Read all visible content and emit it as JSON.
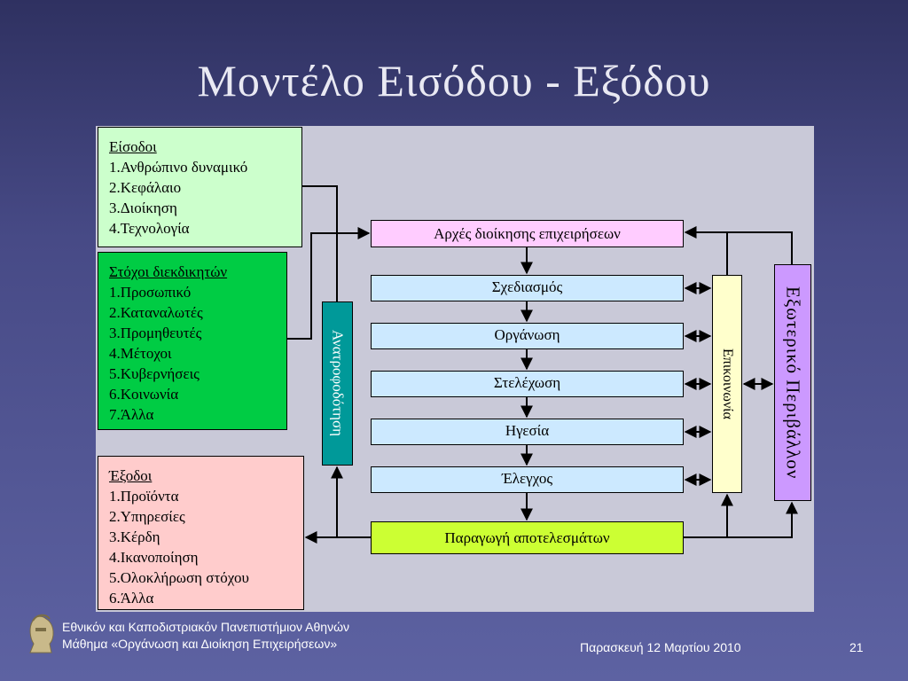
{
  "title": "Μοντέλο Εισόδου - Εξόδου",
  "inputs": {
    "title": "Είσοδοι",
    "items": [
      "1.Ανθρώπινο δυναμικό",
      "2.Κεφάλαιο",
      "3.Διοίκηση",
      "4.Τεχνολογία"
    ]
  },
  "claimants": {
    "title": "Στόχοι διεκδικητών",
    "items": [
      "1.Προσωπικό",
      "2.Καταναλωτές",
      "3.Προμηθευτές",
      "4.Μέτοχοι",
      "5.Κυβερνήσεις",
      "6.Κοινωνία",
      "7.Άλλα"
    ]
  },
  "outputs": {
    "title": "Έξοδοι",
    "items": [
      "1.Προϊόντα",
      "2.Υπηρεσίες",
      "3.Κέρδη",
      "4.Ικανοποίηση",
      "5.Ολοκλήρωση στόχου",
      "6.Άλλα"
    ]
  },
  "feedback": "Ανατροφοδότηση",
  "process": {
    "principles": "Αρχές διοίκησης επιχειρήσεων",
    "planning": "Σχεδιασμός",
    "organizing": "Οργάνωση",
    "staffing": "Στελέχωση",
    "leading": "Ηγεσία",
    "controlling": "Έλεγχος",
    "production": "Παραγωγή αποτελεσμάτων"
  },
  "communication": "Επικοινωνία",
  "external": "Εξωτερικό Περιβάλλον",
  "footer": {
    "university": "Εθνικόν και Καποδιστριακόν Πανεπιστήμιον Αθηνών",
    "course": "Μάθημα «Οργάνωση και Διοίκηση Επιχειρήσεων»",
    "date": "Παρασκευή 12  Μαρτίου 2010",
    "page": "21"
  },
  "colors": {
    "inputs_bg": "#ccffcc",
    "claimants_bg": "#00cc44",
    "outputs_bg": "#ffcccc",
    "feedback_bg": "#009999",
    "principles_bg": "#ffccff",
    "process_bg": "#cce9ff",
    "production_bg": "#ccff33",
    "communication_bg": "#ffffcc",
    "external_bg": "#cc99ff"
  }
}
